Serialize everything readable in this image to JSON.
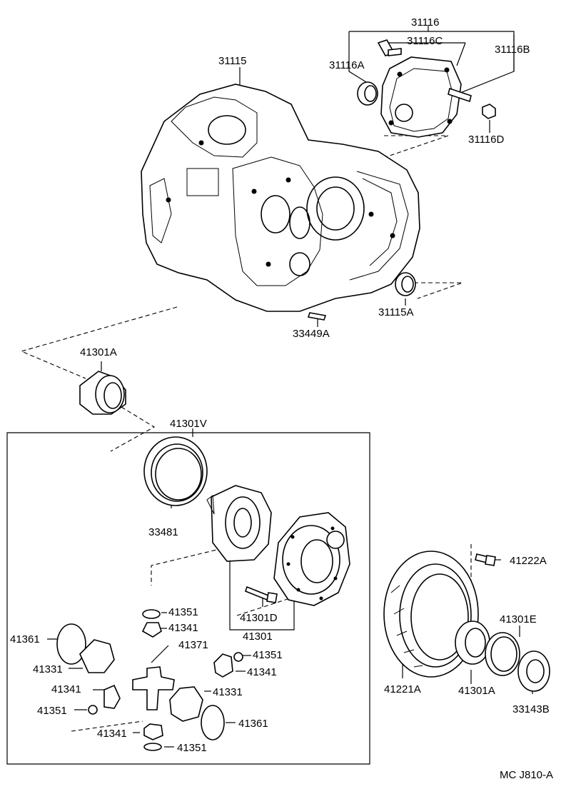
{
  "labels": {
    "p31116": "31116",
    "p31116C": "31116C",
    "p31116B": "31116B",
    "p31116A": "31116A",
    "p31115": "31115",
    "p31116D": "31116D",
    "p31115A": "31115A",
    "p33449A": "33449A",
    "p41301A_top": "41301A",
    "p41301V": "41301V",
    "p33481": "33481",
    "p41222A": "41222A",
    "p41351_a": "41351",
    "p41341_a": "41341",
    "p41301D": "41301D",
    "p41301": "41301",
    "p41301E": "41301E",
    "p41361_a": "41361",
    "p41371": "41371",
    "p41351_b": "41351",
    "p41331_a": "41331",
    "p41341_b": "41341",
    "p41341_c": "41341",
    "p41331_b": "41331",
    "p41221A": "41221A",
    "p41301A_bot": "41301A",
    "p33143B": "33143B",
    "p41351_c": "41351",
    "p41361_b": "41361",
    "p41341_d": "41341",
    "p41351_d": "41351"
  },
  "footer": {
    "code": "MC  J810-A"
  }
}
